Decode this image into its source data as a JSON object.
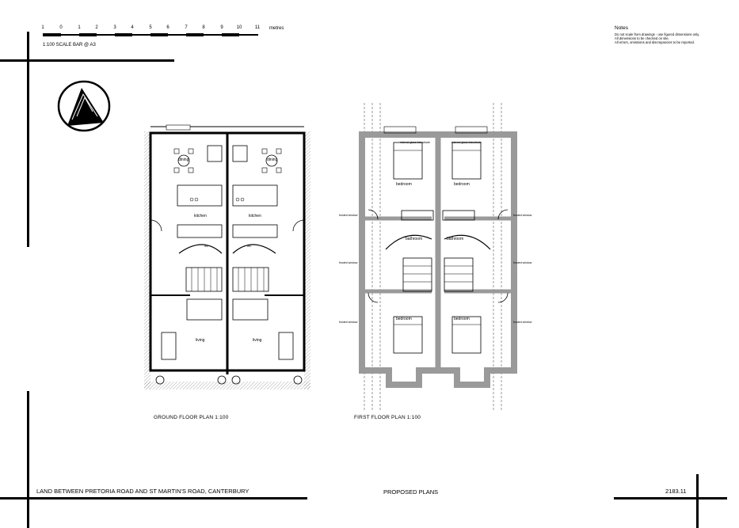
{
  "scale_bar": {
    "ticks": [
      "1",
      "0",
      "1",
      "2",
      "3",
      "4",
      "5",
      "6",
      "7",
      "8",
      "9",
      "10",
      "11"
    ],
    "unit": "metres",
    "caption": "1:100 SCALE BAR @ A3"
  },
  "notes": {
    "heading": "Notes",
    "lines": [
      "Do not scale from drawings - use figured dimensions only.",
      "All dimensions to be checked on site.",
      "All errors, omissions and discrepancies to be reported."
    ]
  },
  "ground_floor": {
    "title": "GROUND FLOOR PLAN 1:100",
    "rooms": {
      "dining_left": "dining",
      "dining_right": "dining",
      "kitchen_left": "kitchen",
      "kitchen_right": "kitchen",
      "living_left": "living",
      "living_right": "living",
      "wc_left": "wc",
      "wc_right": "wc"
    }
  },
  "first_floor": {
    "title": "FIRST FLOOR PLAN 1:100",
    "rooms": {
      "bedroom_tl": "bedroom",
      "bedroom_tr": "bedroom",
      "bathroom_l": "bathroom",
      "bathroom_r": "bathroom",
      "bedroom_bl": "bedroom",
      "bedroom_br": "bedroom"
    },
    "labels": {
      "frosted_window": "frosted window",
      "internal_glass": "internal glass balustrade"
    }
  },
  "footer": {
    "site": "LAND BETWEEN PRETORIA ROAD AND ST MARTIN'S ROAD, CANTERBURY",
    "drawing_title": "PROPOSED PLANS",
    "drawing_number": "2183.11"
  }
}
